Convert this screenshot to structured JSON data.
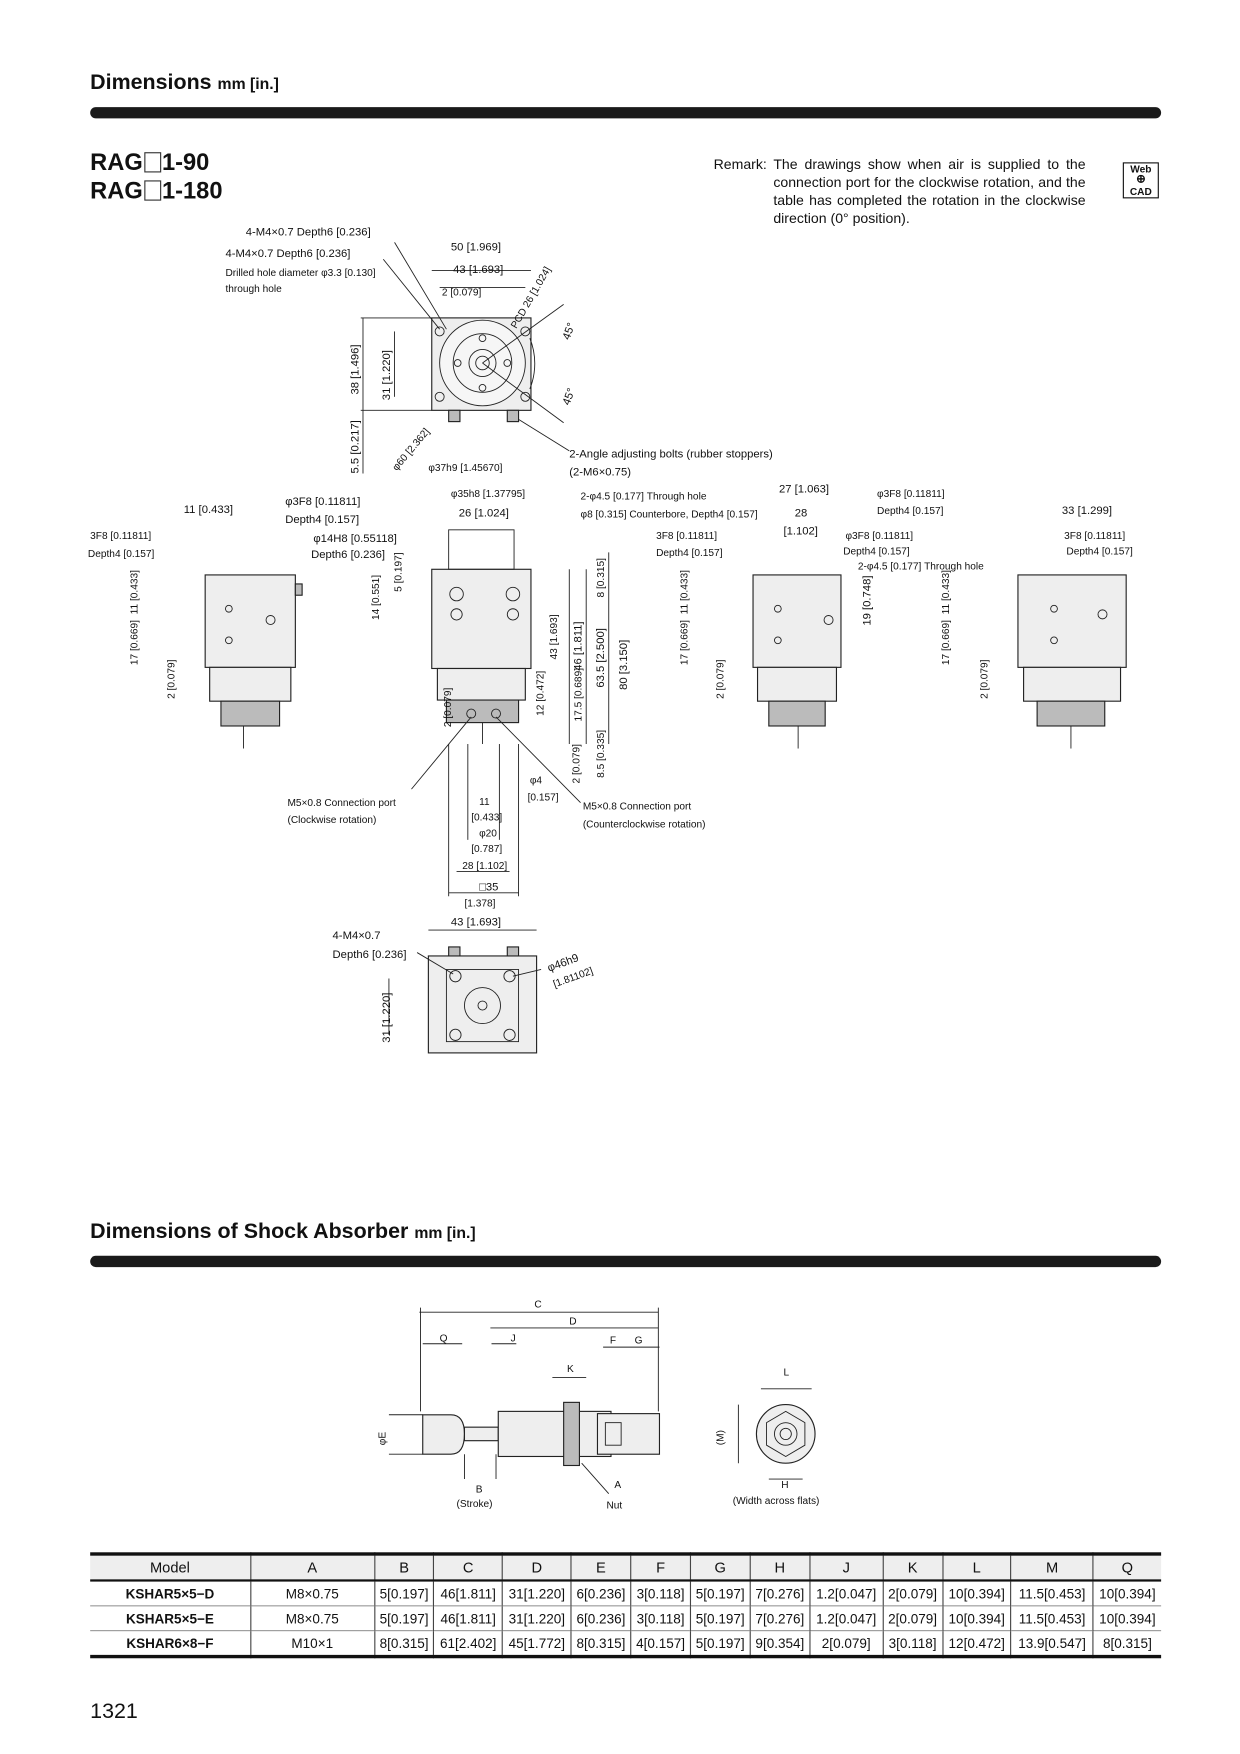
{
  "section1": {
    "title": "Dimensions",
    "unit": "mm [in.]"
  },
  "models": [
    "RAG",
    "1-90",
    "RAG",
    "1-180"
  ],
  "remark": {
    "label": "Remark:",
    "text": "The drawings show when air is supplied to the connection port for the clockwise rotation, and the table has completed the rotation in the clockwise direction (0° position)."
  },
  "webcad": {
    "top": "Web",
    "bottom": "CAD"
  },
  "drawing_labels": {
    "t1": "4-M4×0.7 Depth6 [0.236]",
    "t2": "4-M4×0.7 Depth6 [0.236]",
    "t3": "Drilled hole diameter φ3.3 [0.130]",
    "t4": "through hole",
    "t5": "50 [1.969]",
    "t6": "43 [1.693]",
    "t7": "2 [0.079]",
    "t8": "PCD 26 [1.024]",
    "t9": "45°",
    "t10": "45°",
    "t11": "38 [1.496]",
    "t12": "31 [1.220]",
    "t13": "5.5 [0.217]",
    "t14": "φ60 [2.362]",
    "t15": "φ37h9 [1.45670]",
    "t16": "2-Angle adjusting bolts (rubber stoppers)",
    "t17": "(2-M6×0.75)",
    "s1": "11 [0.433]",
    "s2": "φ3F8 [0.11811]",
    "s3": "Depth4 [0.157]",
    "s4": "3F8 [0.11811]",
    "s5": "Depth4 [0.157]",
    "s6": "φ14H8 [0.55118]",
    "s7": "Depth6 [0.236]",
    "s8": "φ35h8 [1.37795]",
    "s9": "26 [1.024]",
    "s10": "2-φ4.5 [0.177] Through hole",
    "s11": "φ8 [0.315] Counterbore, Depth4 [0.157]",
    "s12": "27 [1.063]",
    "s13": "28",
    "s14": "[1.102]",
    "s15": "φ3F8 [0.11811]",
    "s16": "Depth4 [0.157]",
    "s17": "3F8 [0.11811]",
    "s18": "Depth4 [0.157]",
    "s19": "φ3F8 [0.11811]",
    "s20": "Depth4 [0.157]",
    "s21": "2-φ4.5 [0.177] Through hole",
    "s22": "33 [1.299]",
    "s23": "3F8 [0.11811]",
    "s24": "Depth4 [0.157]",
    "v1": "11 [0.433]",
    "v2": "17 [0.669]",
    "v3": "2 [0.079]",
    "v4": "14 [0.551]",
    "v5": "5 [0.197]",
    "v6": "43 [1.693]",
    "v7": "46 [1.811]",
    "v8": "63.5 [2.500]",
    "v9": "80 [3.150]",
    "v10": "8 [0.315]",
    "v11": "12 [0.472]",
    "v12": "17.5 [0.689]",
    "v13": "2 [0.079]",
    "v14": "8.5 [0.335]",
    "v15": "19 [0.748]",
    "v16": "11 [0.433]",
    "v17": "17 [0.669]",
    "v18": "2 [0.079]",
    "v19": "11 [0.433]",
    "v20": "17 [0.669]",
    "v21": "2 [0.079]",
    "v22": "2 [0.079]",
    "p1": "M5×0.8 Connection port",
    "p2": "(Clockwise rotation)",
    "p3": "M5×0.8 Connection port",
    "p4": "(Counterclockwise rotation)",
    "p5": "φ4",
    "p6": "[0.157]",
    "p7": "11",
    "p8": "[0.433]",
    "p9": "φ20",
    "p10": "[0.787]",
    "p11": "28 [1.102]",
    "p12": "□35",
    "p13": "[1.378]",
    "b1": "43 [1.693]",
    "b2": "4-M4×0.7",
    "b3": "Depth6 [0.236]",
    "b4": "φ46h9",
    "b5": "[1.81102]",
    "b6": "31 [1.220]"
  },
  "section2": {
    "title": "Dimensions of Shock Absorber",
    "unit": "mm [in.]"
  },
  "shock_labels": {
    "C": "C",
    "D": "D",
    "Q": "Q",
    "J": "J",
    "F": "F",
    "G": "G",
    "K": "K",
    "E": "φE",
    "B": "B",
    "stroke": "(Stroke)",
    "A": "A",
    "nut": "Nut",
    "L": "L",
    "M": "(M)",
    "H": "H",
    "flats": "(Width across flats)"
  },
  "table": {
    "headers": [
      "Model",
      "A",
      "B",
      "C",
      "D",
      "E",
      "F",
      "G",
      "H",
      "J",
      "K",
      "L",
      "M",
      "Q"
    ],
    "rows": [
      [
        "KSHAR5×5−D",
        "M8×0.75",
        "5[0.197]",
        "46[1.811]",
        "31[1.220]",
        "6[0.236]",
        "3[0.118]",
        "5[0.197]",
        "7[0.276]",
        "1.2[0.047]",
        "2[0.079]",
        "10[0.394]",
        "11.5[0.453]",
        "10[0.394]"
      ],
      [
        "KSHAR5×5−E",
        "M8×0.75",
        "5[0.197]",
        "46[1.811]",
        "31[1.220]",
        "6[0.236]",
        "3[0.118]",
        "5[0.197]",
        "7[0.276]",
        "1.2[0.047]",
        "2[0.079]",
        "10[0.394]",
        "11.5[0.453]",
        "10[0.394]"
      ],
      [
        "KSHAR6×8−F",
        "M10×1",
        "8[0.315]",
        "61[2.402]",
        "45[1.772]",
        "8[0.315]",
        "4[0.157]",
        "5[0.197]",
        "9[0.354]",
        "2[0.079]",
        "3[0.118]",
        "12[0.472]",
        "13.9[0.547]",
        "8[0.315]"
      ]
    ]
  },
  "page_number": "1321"
}
